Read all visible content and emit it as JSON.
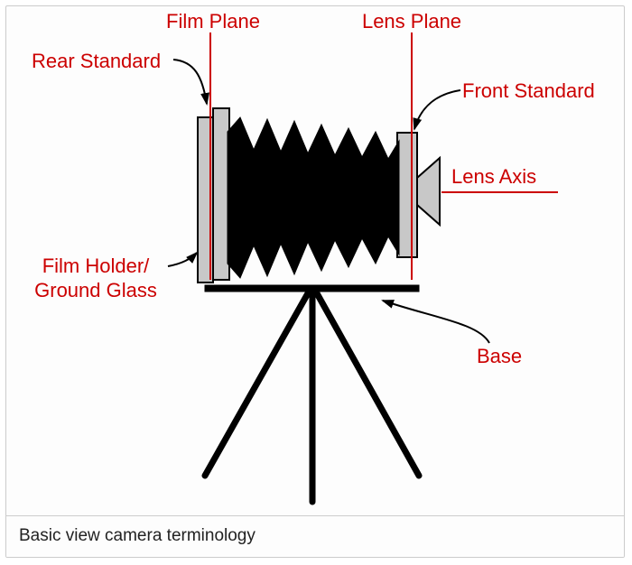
{
  "caption": "Basic view camera terminology",
  "colors": {
    "label_red": "#cc0000",
    "line_red": "#cc0000",
    "diagram_black": "#000000",
    "standard_fill": "#c8c8c8",
    "frame_border": "#cccccc",
    "background": "#fdfdfd",
    "caption_text": "#222222"
  },
  "diagram": {
    "labels": {
      "film_plane": "Film Plane",
      "lens_plane": "Lens Plane",
      "rear_standard": "Rear Standard",
      "front_standard": "Front Standard",
      "lens_axis": "Lens Axis",
      "film_holder_line1": "Film Holder/",
      "film_holder_line2": "Ground Glass",
      "base": "Base"
    }
  }
}
